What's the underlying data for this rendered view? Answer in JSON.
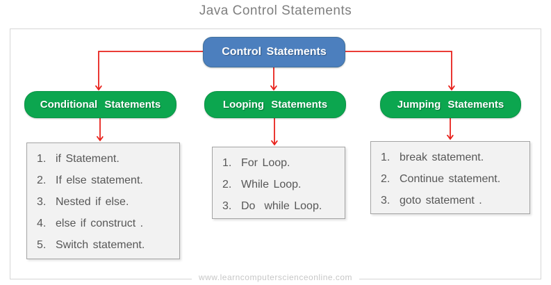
{
  "title": "Java Control Statements",
  "footer": "www.learncomputerscienceonline.com",
  "root": {
    "label": "Control Statements"
  },
  "branches": [
    {
      "label": "Conditional Statements",
      "items": [
        {
          "n": "1.",
          "text": "if Statement."
        },
        {
          "n": "2.",
          "text": "If else statement."
        },
        {
          "n": "3.",
          "text": "Nested if else."
        },
        {
          "n": "4.",
          "text": "else if construct ."
        },
        {
          "n": "5.",
          "text": "Switch statement."
        }
      ]
    },
    {
      "label": "Looping Statements",
      "items": [
        {
          "n": "1.",
          "text": "For Loop."
        },
        {
          "n": "2.",
          "text": "While Loop."
        },
        {
          "n": "3.",
          "text": "Do  while Loop."
        }
      ]
    },
    {
      "label": "Jumping Statements",
      "items": [
        {
          "n": "1.",
          "text": "break statement."
        },
        {
          "n": "2.",
          "text": "Continue statement."
        },
        {
          "n": "3.",
          "text": "goto statement ."
        }
      ]
    }
  ],
  "colors": {
    "root_fill": "#4c7fbe",
    "branch_fill": "#0ca64f",
    "arrow": "#e8211b",
    "list_bg": "#f2f2f2",
    "list_border": "#a3a3a3",
    "list_text": "#575757",
    "title_text": "#7f7f7f",
    "footer_text": "#c7c7c7",
    "frame_border": "#d5d5d5"
  }
}
